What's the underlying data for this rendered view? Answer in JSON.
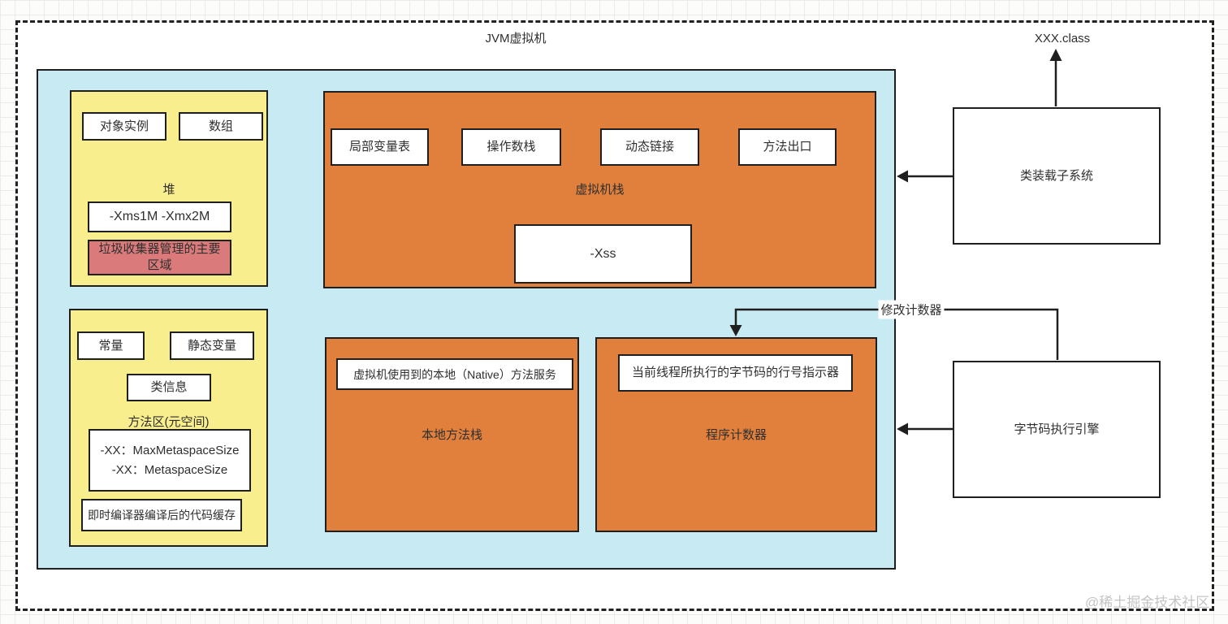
{
  "title": "JVM虚拟机",
  "class_file": "XXX.class",
  "colors": {
    "runtime_area_cyan": "#C8EAF2",
    "region_yellow": "#F9EE8D",
    "region_orange": "#E0803C",
    "gc_note_red": "#DA7A7B",
    "line_black": "#1f1f1f"
  },
  "heap": {
    "object_instance": "对象实例",
    "array": "数组",
    "label": "堆",
    "params": "-Xms1M -Xmx2M",
    "gc_note": "垃圾收集器管理的主要区域"
  },
  "method_area": {
    "constant": "常量",
    "static_var": "静态变量",
    "class_info": "类信息",
    "label": "方法区(元空间)",
    "param_line1": "-XX：MaxMetaspaceSize",
    "param_line2": "-XX：MetaspaceSize",
    "jit_cache": "即时编译器编译后的代码缓存"
  },
  "vm_stack": {
    "local_vars": "局部变量表",
    "operand_stack": "操作数栈",
    "dynamic_link": "动态链接",
    "method_exit": "方法出口",
    "label": "虚拟机栈",
    "param": "-Xss"
  },
  "native_stack": {
    "note": "虚拟机使用到的本地（Native）方法服务",
    "label": "本地方法栈"
  },
  "pc_register": {
    "note": "当前线程所执行的字节码的行号指示器",
    "label": "程序计数器"
  },
  "class_loader_label": "类装载子系统",
  "execution_engine_label": "字节码执行引擎",
  "modify_counter_label": "修改计数器",
  "watermark": "@稀土掘金技术社区"
}
